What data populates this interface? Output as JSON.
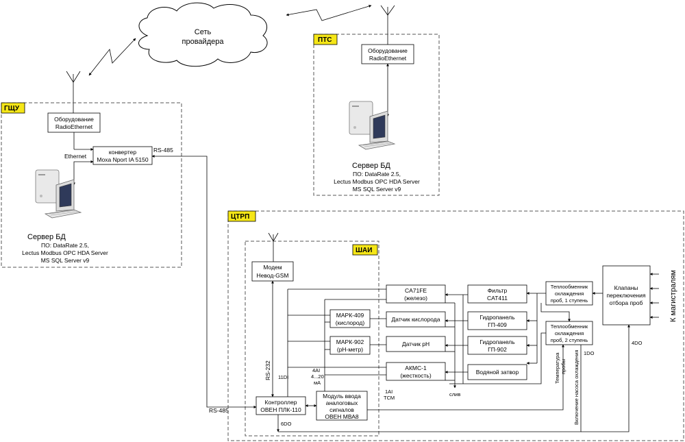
{
  "cloud_label": [
    "Сеть",
    "провайдера"
  ],
  "zones": {
    "gschu": "ГЩУ",
    "pts": "ПТС",
    "ctrp": "ЦТРП",
    "shai": "ШАИ"
  },
  "gschu": {
    "radio": [
      "Оборудование",
      "RadioEthernet"
    ],
    "converter": [
      "конвертер",
      "Moxa Nport IA 5150"
    ],
    "ethernet": "Ethernet",
    "rs485": "RS-485",
    "server_title": "Сервер БД",
    "server_lines": [
      "ПО: DataRate 2.5,",
      "Lectus Modbus OPC HDA Server",
      "MS SQL Server v9"
    ]
  },
  "pts": {
    "radio": [
      "Оборудование",
      "RadioEthernet"
    ],
    "server_title": "Сервер БД",
    "server_lines": [
      "ПО: DataRate 2.5,",
      "Lectus Modbus OPC HDA Server",
      "MS SQL Server v9"
    ]
  },
  "shai": {
    "modem": [
      "Модем",
      "Невод-GSM"
    ],
    "rs232": "RS-232",
    "di": "11DI",
    "ai": [
      "4AI",
      "4...20",
      "мА"
    ],
    "ai_tcm": [
      "1AI",
      "ТСМ"
    ],
    "do6": "6DO",
    "controller": [
      "Контроллер",
      "ОВЕН ПЛК-110"
    ],
    "module": [
      "Модуль ввода",
      "аналоговых",
      "сигналов",
      "ОВЕН МВА8"
    ],
    "mark409": [
      "МАРК-409",
      "(кислород)"
    ],
    "mark902": [
      "МАРК-902",
      "(pH-метр)"
    ],
    "rs485_in": "RS-485"
  },
  "ctrp": {
    "ca71fe": [
      "CA71FE",
      "(железо)"
    ],
    "o2_sensor": "Датчик кислорода",
    "ph_sensor": "Датчик pH",
    "akms": [
      "АКМС-1",
      "(жесткость)"
    ],
    "filter": [
      "Фильтр",
      "CAT411"
    ],
    "gp409": [
      "Гидропанель",
      "ГП-409"
    ],
    "gp902": [
      "Гидропанель",
      "ГП-902"
    ],
    "water_seal": "Водяной затвор",
    "hx1": [
      "Теплообменник",
      "охлаждения",
      "проб, 1 ступень"
    ],
    "hx2": [
      "Теплообменник",
      "охлаждения",
      "проб, 2 ступень"
    ],
    "valves": [
      "Клапаны",
      "переключения",
      "отбора проб"
    ],
    "to_mains": "К магистралям",
    "drain": "слив",
    "do1": "1DO",
    "do4": "4DO",
    "temp_label": [
      "Температура",
      "пробы"
    ],
    "pump_label": "Включение насоса охлаждения"
  }
}
